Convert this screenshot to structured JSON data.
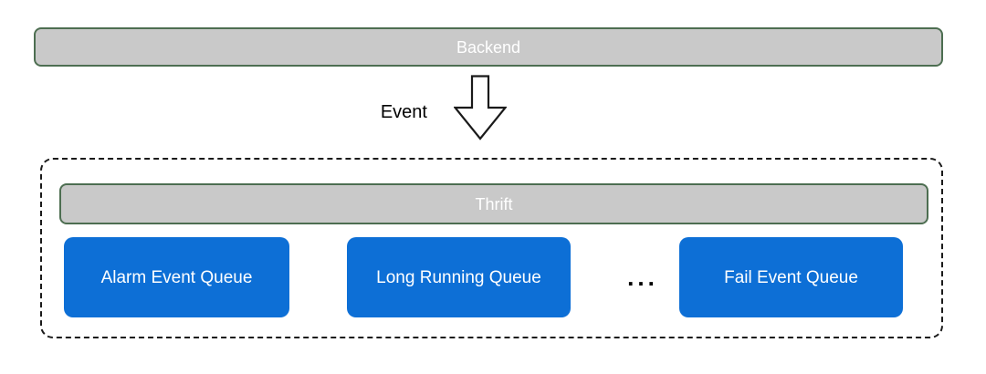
{
  "diagram": {
    "backend_label": "Backend",
    "event_label": "Event",
    "thrift_label": "Thrift",
    "queues": [
      {
        "label": "Alarm Event Queue"
      },
      {
        "label": "Long Running Queue"
      },
      {
        "label": "Fail Event Queue"
      }
    ],
    "ellipsis": "...",
    "icons": {
      "down_arrow": "down-arrow-icon"
    },
    "colors": {
      "bar_fill": "#c9c9c9",
      "bar_border": "#4d6e51",
      "bar_text": "#ffffff",
      "queue_fill": "#0d6fd6",
      "queue_text": "#ffffff",
      "container_border": "#1a1a1a",
      "arrow_stroke": "#1a1a1a",
      "label_text": "#000000"
    }
  }
}
